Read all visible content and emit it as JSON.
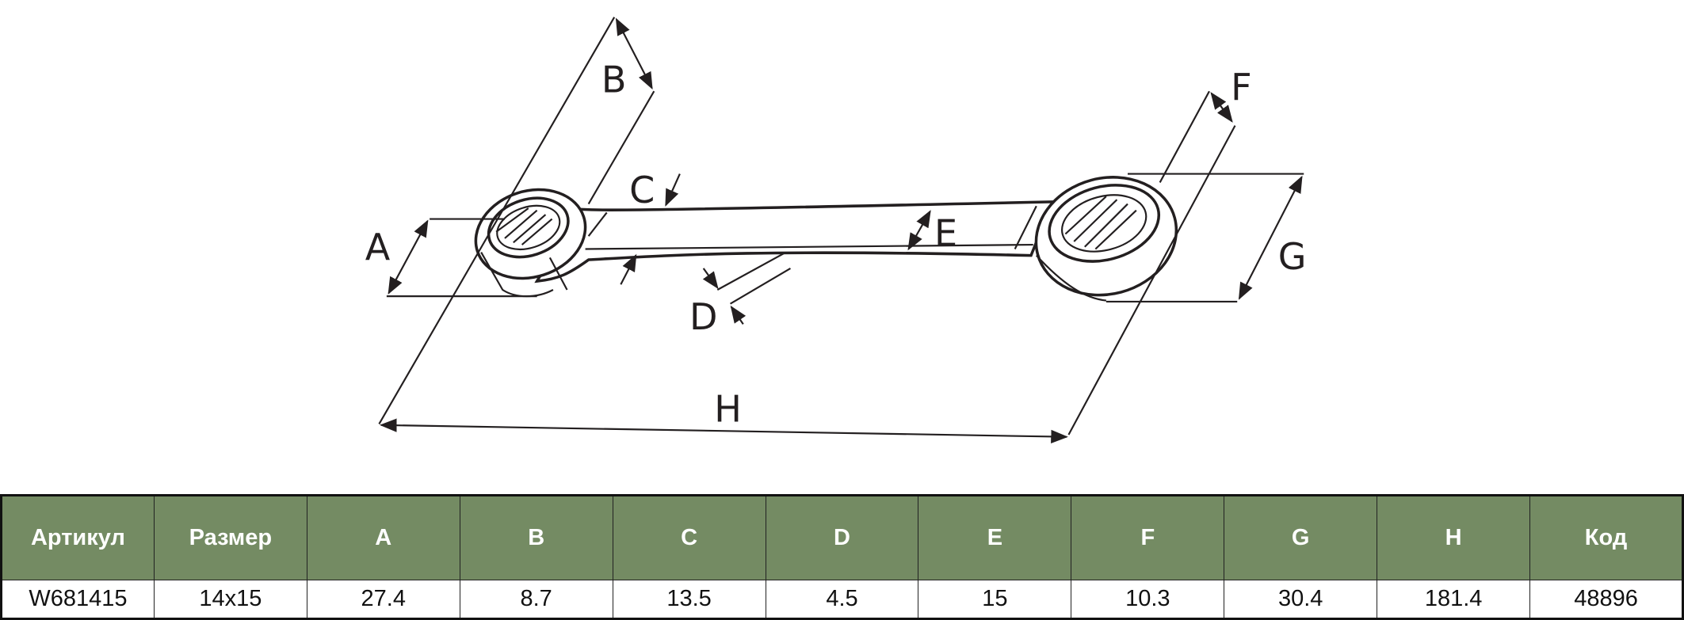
{
  "diagram": {
    "labels": {
      "A": "A",
      "B": "B",
      "C": "C",
      "D": "D",
      "E": "E",
      "F": "F",
      "G": "G",
      "H": "H"
    }
  },
  "table": {
    "headers": [
      "Артикул",
      "Размер",
      "A",
      "B",
      "C",
      "D",
      "E",
      "F",
      "G",
      "H",
      "Код"
    ],
    "rows": [
      [
        "W681415",
        "14x15",
        "27.4",
        "8.7",
        "13.5",
        "4.5",
        "15",
        "10.3",
        "30.4",
        "181.4",
        "48896"
      ]
    ]
  },
  "colors": {
    "header_bg": "#748b63",
    "header_text": "#ffffff"
  }
}
